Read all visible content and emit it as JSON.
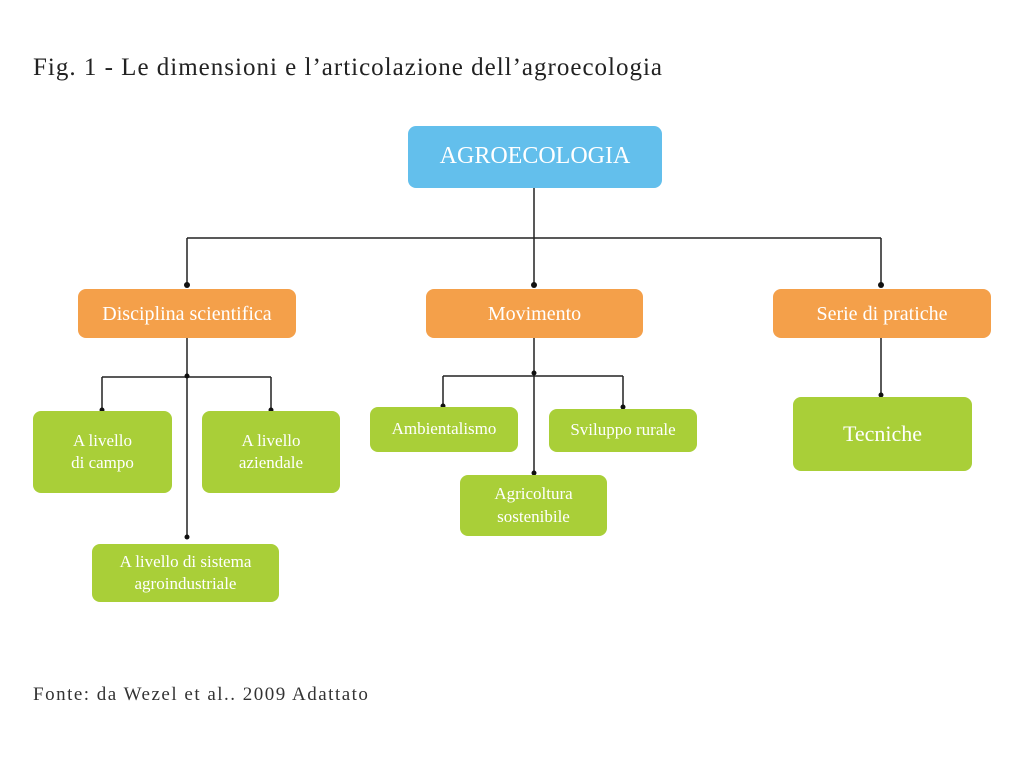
{
  "title": "Fig. 1 - Le dimensioni e l’articolazione dell’agroecologia",
  "source": "Fonte: da Wezel et al.. 2009 Adattato",
  "colors": {
    "root": "#63BFEC",
    "level1": "#F4A04A",
    "level2": "#A9CF38",
    "lines": "#222222"
  },
  "root": {
    "label": "AGROECOLOGIA"
  },
  "branches": [
    {
      "label": "Disciplina scientifica",
      "children": [
        "A livello\ndi campo",
        "A livello\naziendale",
        "A livello di sistema\nagroindustriale"
      ]
    },
    {
      "label": "Movimento",
      "children": [
        "Ambientalismo",
        "Sviluppo rurale",
        "Agricoltura\nsostenibile"
      ]
    },
    {
      "label": "Serie di pratiche",
      "children": [
        "Tecniche"
      ]
    }
  ]
}
